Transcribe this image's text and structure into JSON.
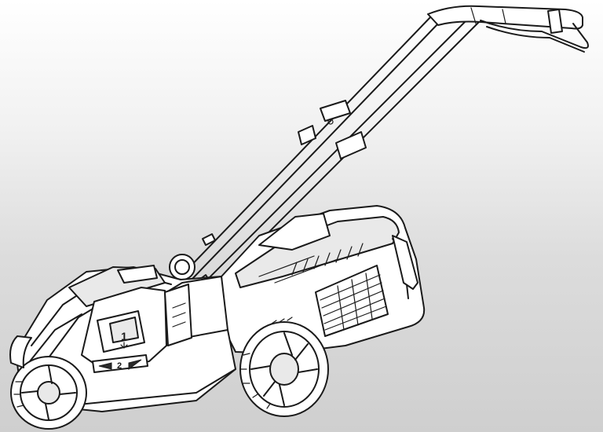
{
  "diagram": {
    "subject": "cordless-lawn-mower",
    "labels": {
      "battery_slot_number": "1",
      "height_adjust_number": "2"
    },
    "colors": {
      "line": "#1a1a1a",
      "body_fill": "#ffffff",
      "background_top": "#ffffff",
      "background_bottom": "#cfcfcf"
    }
  }
}
